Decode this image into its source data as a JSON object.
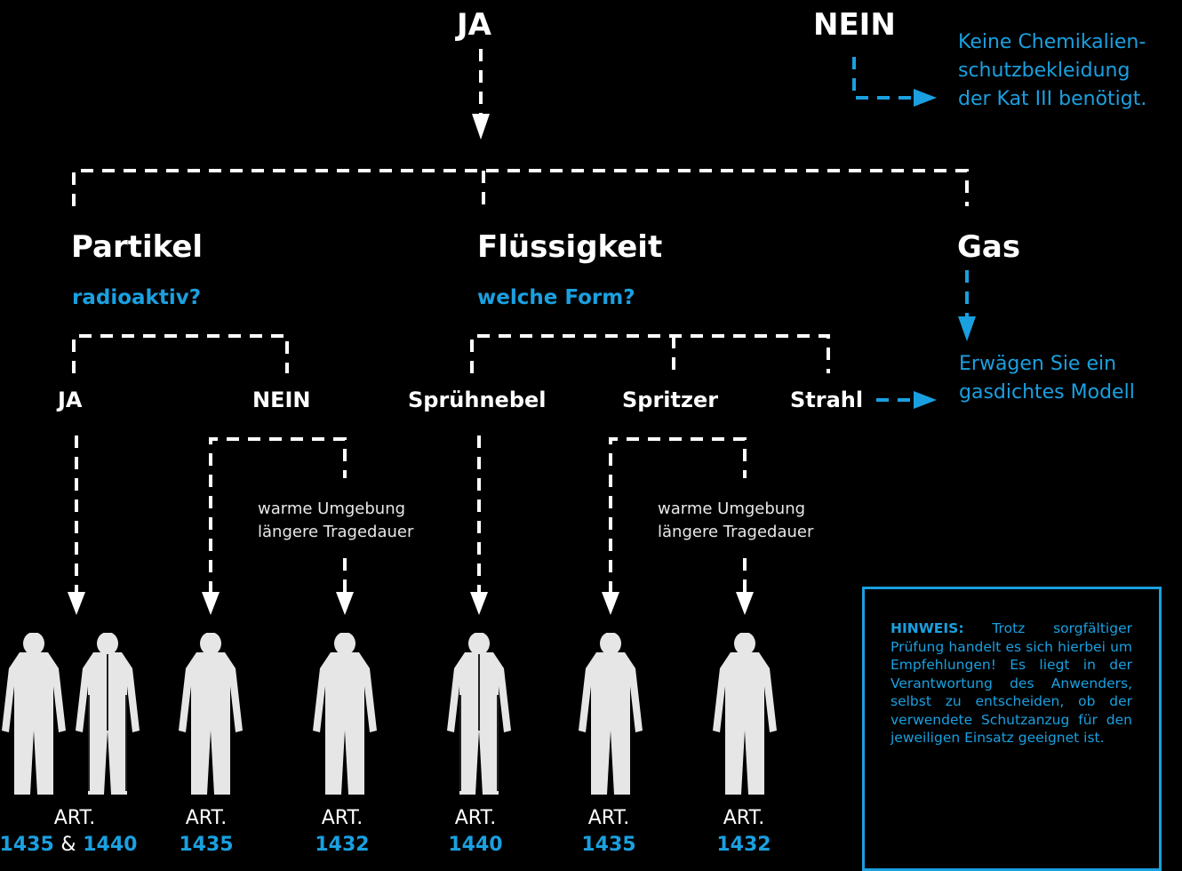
{
  "top": {
    "yes": "JA",
    "no": "NEIN",
    "no_result": [
      "Keine Chemikalien-",
      "schutzbekleidung",
      "der Kat III benötigt."
    ]
  },
  "categories": {
    "particle": {
      "label": "Partikel",
      "question": "radioaktiv?",
      "yes": "JA",
      "no": "NEIN"
    },
    "liquid": {
      "label": "Flüssigkeit",
      "question": "welche Form?",
      "spray": "Sprühnebel",
      "splash": "Spritzer",
      "jet": "Strahl"
    },
    "gas": {
      "label": "Gas",
      "result": [
        "Erwägen Sie ein",
        "gasdichtes Modell"
      ]
    }
  },
  "condition": {
    "line1": "warme  Umgebung",
    "line2": "längere Tragedauer"
  },
  "articles": [
    {
      "prefix": "ART.",
      "numbers": [
        "1435",
        "1440"
      ],
      "joiner": "&"
    },
    {
      "prefix": "ART.",
      "numbers": [
        "1435"
      ]
    },
    {
      "prefix": "ART.",
      "numbers": [
        "1432"
      ]
    },
    {
      "prefix": "ART.",
      "numbers": [
        "1440"
      ]
    },
    {
      "prefix": "ART.",
      "numbers": [
        "1435"
      ]
    },
    {
      "prefix": "ART.",
      "numbers": [
        "1432"
      ]
    }
  ],
  "note": {
    "label": "HINWEIS:",
    "text": "Trotz sorgfältiger Prüfung handelt es sich hierbei um Empfehlungen! Es liegt in der Verantwortung des Anwenders, selbst zu entscheiden, ob der verwendete Schutzanzug für den jeweiligen Einsatz geeignet ist."
  },
  "colors": {
    "accent": "#1aa0e0",
    "line": "#ffffff",
    "background": "#000000"
  }
}
